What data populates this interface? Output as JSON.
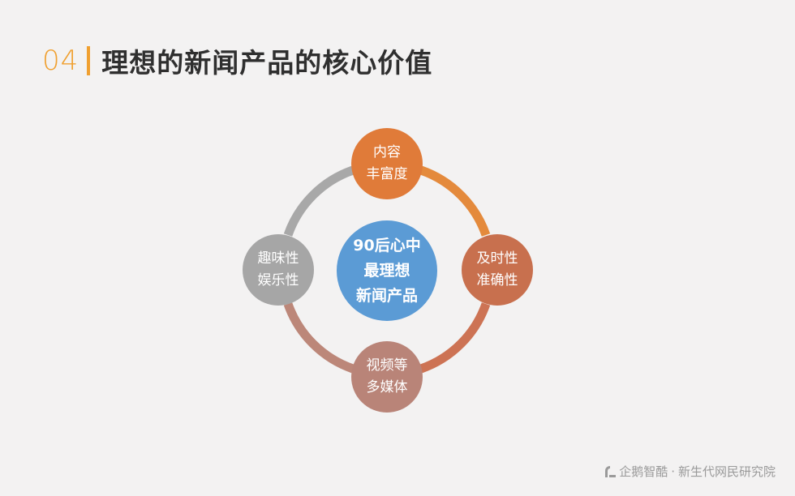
{
  "header": {
    "section_number": "04",
    "title": "理想的新闻产品的核心价值"
  },
  "diagram": {
    "center": {
      "lines": [
        "90后心中",
        "最理想",
        "新闻产品"
      ],
      "color": "#5b9bd5"
    },
    "nodes": [
      {
        "lines": [
          "内容",
          "丰富度"
        ],
        "color": "#e07b39"
      },
      {
        "lines": [
          "及时性",
          "准确性"
        ],
        "color": "#c8704e"
      },
      {
        "lines": [
          "视频等",
          "多媒体"
        ],
        "color": "#b98478"
      },
      {
        "lines": [
          "趣味性",
          "娱乐性"
        ],
        "color": "#a6a6a6"
      }
    ],
    "arc_colors": [
      "#e48a3c",
      "#cd7354",
      "#bc8779",
      "#a8a8a8"
    ]
  },
  "footer": {
    "brand": "企鹅智酷",
    "separator": "·",
    "org": "新生代网民研究院"
  }
}
